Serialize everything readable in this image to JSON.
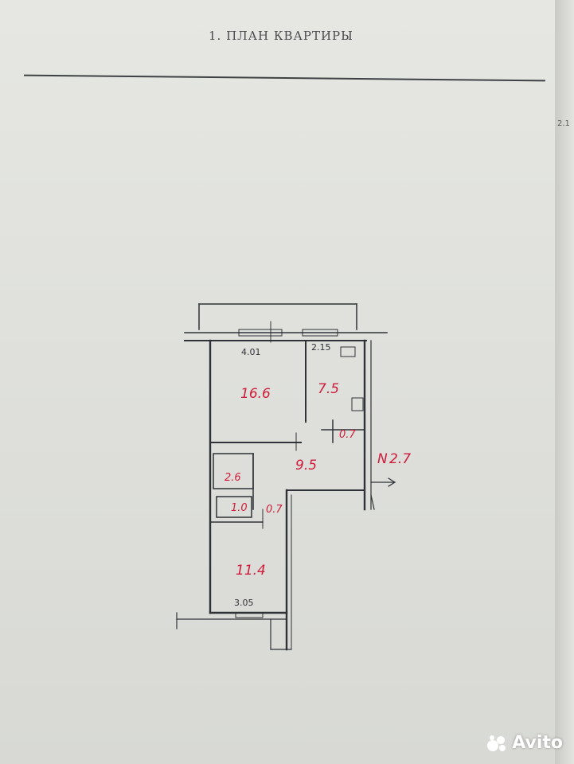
{
  "document": {
    "heading": "1. ПЛАН КВАРТИРЫ",
    "margin_number": "2.1"
  },
  "floor_plan": {
    "dimensions": {
      "living_room_width": "4.01",
      "kitchen_width": "2.15",
      "bedroom_width": "3.05"
    },
    "areas": {
      "living_room": "16.6",
      "kitchen": "7.5",
      "storage": "0.7",
      "hallway": "9.5",
      "loggia": "2.7",
      "bathroom": "2.6",
      "toilet": "1.0",
      "closet": "0.7",
      "bedroom": "11.4"
    },
    "labels": {
      "loggia_prefix": "N"
    }
  },
  "watermark": {
    "text": "Avito"
  }
}
